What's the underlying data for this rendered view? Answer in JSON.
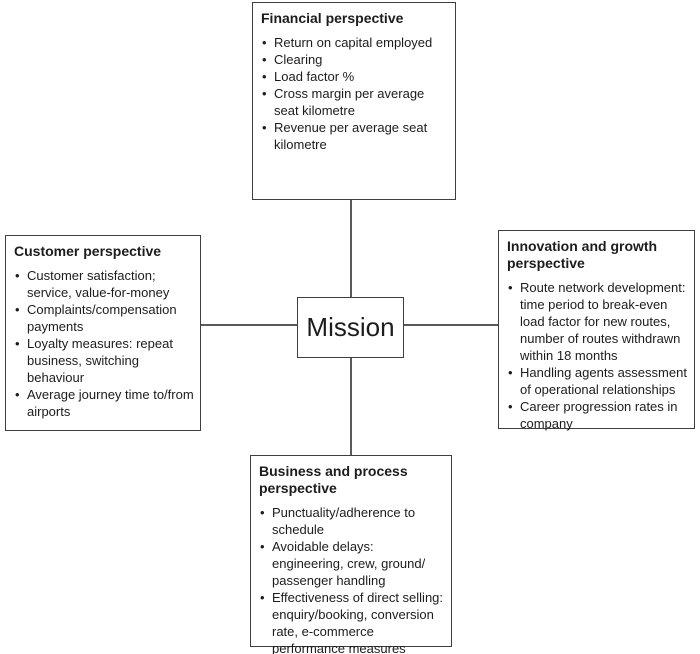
{
  "mission": {
    "label": "Mission"
  },
  "financial": {
    "title": "Financial perspective",
    "bullets": [
      "Return on capital employed",
      "Clearing",
      "Load factor %",
      "Cross margin per average seat kilometre",
      "Revenue per average seat kilometre"
    ]
  },
  "customer": {
    "title": "Customer perspective",
    "bullets": [
      "Customer satisfaction; service, value-for-money",
      "Complaints/compensation payments",
      "Loyalty measures: repeat business, switching behaviour",
      "Average journey time to/from airports"
    ]
  },
  "innovation": {
    "title": "Innovation and growth perspective",
    "bullets": [
      "Route network development: time period to break-even load factor for new routes, number of routes withdrawn within 18 months",
      "Handling agents assessment of operational relationships",
      "Career progression rates in company"
    ]
  },
  "business": {
    "title": "Business and process perspective",
    "bullets": [
      "Punctuality/adherence to schedule",
      "Avoidable delays: engineering, crew, ground/ passenger handling",
      "Effectiveness of direct selling: enquiry/booking, conversion rate, e-commerce performance measures"
    ]
  },
  "colors": {
    "border": "#3f3f3f",
    "line": "#5a5a5a",
    "text": "#1c1c1c",
    "background": "#ffffff"
  }
}
